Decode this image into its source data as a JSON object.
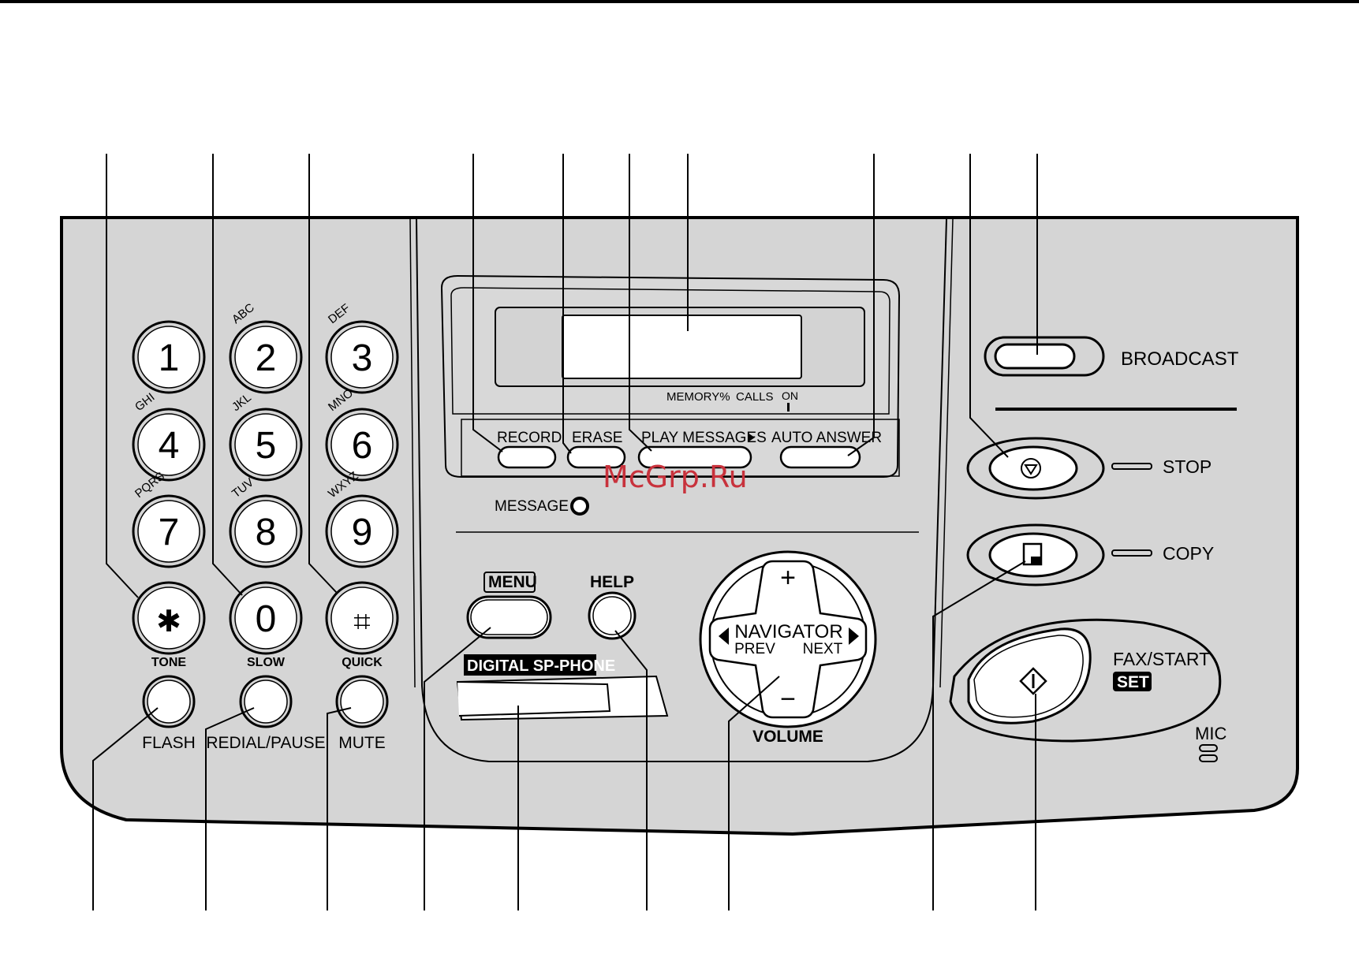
{
  "watermark": "McGrp.Ru",
  "keypad": {
    "keys": [
      {
        "digit": "1",
        "letters": ""
      },
      {
        "digit": "2",
        "letters": "ABC"
      },
      {
        "digit": "3",
        "letters": "DEF"
      },
      {
        "digit": "4",
        "letters": "GHI"
      },
      {
        "digit": "5",
        "letters": "JKL"
      },
      {
        "digit": "6",
        "letters": "MNO"
      },
      {
        "digit": "7",
        "letters": "PQRS"
      },
      {
        "digit": "8",
        "letters": "TUV"
      },
      {
        "digit": "9",
        "letters": "WXYZ"
      },
      {
        "digit": "*",
        "letters": ""
      },
      {
        "digit": "0",
        "letters": ""
      },
      {
        "digit": "#",
        "letters": ""
      }
    ],
    "bottom_row_labels": [
      "TONE",
      "SLOW",
      "QUICK"
    ],
    "function_labels": [
      "FLASH",
      "REDIAL/PAUSE",
      "MUTE"
    ]
  },
  "display": {
    "indicators": [
      "MEMORY%",
      "CALLS",
      "ON"
    ]
  },
  "answering": {
    "record": "RECORD",
    "erase": "ERASE",
    "play": "PLAY MESSAGES",
    "auto_answer": "AUTO ANSWER",
    "message_indicator": "MESSAGE"
  },
  "controls": {
    "menu": "MENU",
    "help": "HELP",
    "digital_sp_phone": "DIGITAL SP-PHONE",
    "navigator": "NAVIGATOR",
    "prev": "PREV",
    "next": "NEXT",
    "plus": "+",
    "minus": "−",
    "volume": "VOLUME"
  },
  "right_panel": {
    "broadcast": "BROADCAST",
    "stop": "STOP",
    "copy": "COPY",
    "fax_start": "FAX/START",
    "set": "SET",
    "mic": "MIC"
  }
}
